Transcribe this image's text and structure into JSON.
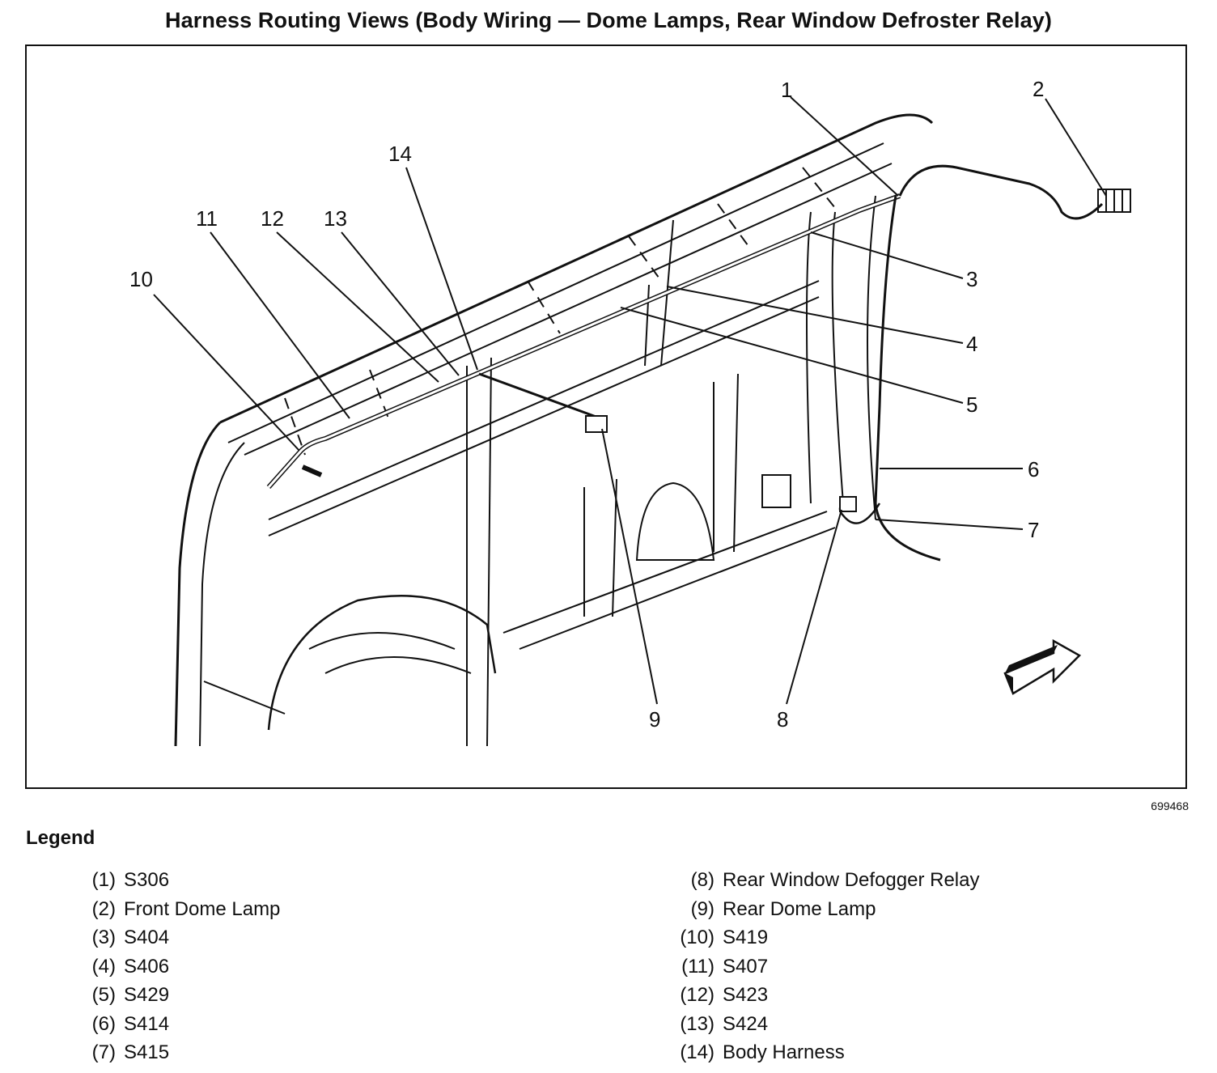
{
  "title": "Harness Routing Views (Body Wiring — Dome Lamps, Rear Window Defroster Relay)",
  "figure_number": "699468",
  "legend": {
    "heading": "Legend",
    "left": [
      {
        "num": "(1)",
        "label": "S306"
      },
      {
        "num": "(2)",
        "label": "Front Dome Lamp"
      },
      {
        "num": "(3)",
        "label": "S404"
      },
      {
        "num": "(4)",
        "label": "S406"
      },
      {
        "num": "(5)",
        "label": "S429"
      },
      {
        "num": "(6)",
        "label": "S414"
      },
      {
        "num": "(7)",
        "label": "S415"
      }
    ],
    "right": [
      {
        "num": "(8)",
        "label": "Rear Window Defogger Relay"
      },
      {
        "num": "(9)",
        "label": "Rear Dome Lamp"
      },
      {
        "num": "(10)",
        "label": "S419"
      },
      {
        "num": "(11)",
        "label": "S407"
      },
      {
        "num": "(12)",
        "label": "S423"
      },
      {
        "num": "(13)",
        "label": "S424"
      },
      {
        "num": "(14)",
        "label": "Body Harness"
      }
    ]
  },
  "callouts": {
    "c1": "1",
    "c2": "2",
    "c3": "3",
    "c4": "4",
    "c5": "5",
    "c6": "6",
    "c7": "7",
    "c8": "8",
    "c9": "9",
    "c10": "10",
    "c11": "11",
    "c12": "12",
    "c13": "13",
    "c14": "14"
  }
}
